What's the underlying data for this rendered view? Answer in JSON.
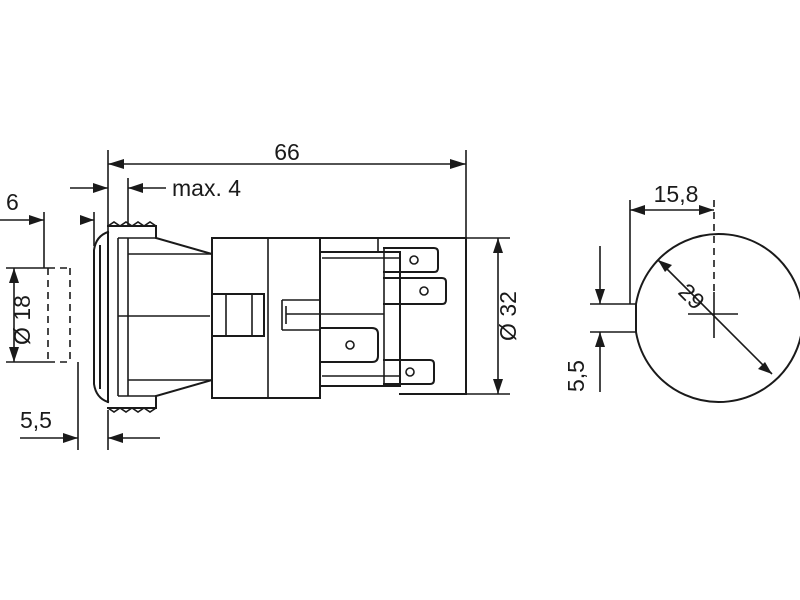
{
  "drawing": {
    "dimensions": {
      "overall_length": "66",
      "bezel_max": "max. 4",
      "front_depth": "6",
      "lens_diameter": "Ø 18",
      "bezel_offset": "5,5",
      "body_diameter": "Ø 32",
      "cutout_flat_width": "15,8",
      "cutout_diameter": "29",
      "cutout_flat_height": "5,5"
    }
  }
}
